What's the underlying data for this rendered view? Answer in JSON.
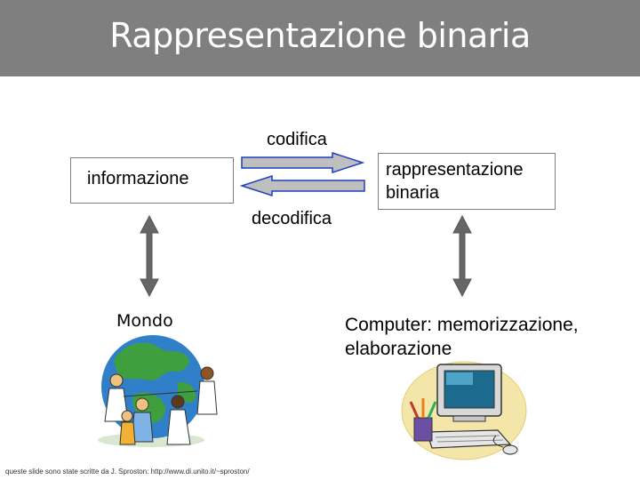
{
  "title": "Rappresentazione binaria",
  "box_information": "informazione",
  "box_binary": "rappresentazione binaria",
  "arrow_top_label": "codifica",
  "arrow_bottom_label": "decodifica",
  "world_label": "Mondo",
  "computer_label": "Computer: memorizzazione, elaborazione",
  "footnote": "queste slide sono state scritte da J. Sproston: http://www.di.unito.it/~sproston/",
  "colors": {
    "title_bar": "#7f7f7f",
    "arrow_fill": "#bfbfbf",
    "arrow_blue": "#1f3fbf"
  },
  "icons": [
    "world-people-clipart-icon",
    "computer-desk-clipart-icon"
  ]
}
